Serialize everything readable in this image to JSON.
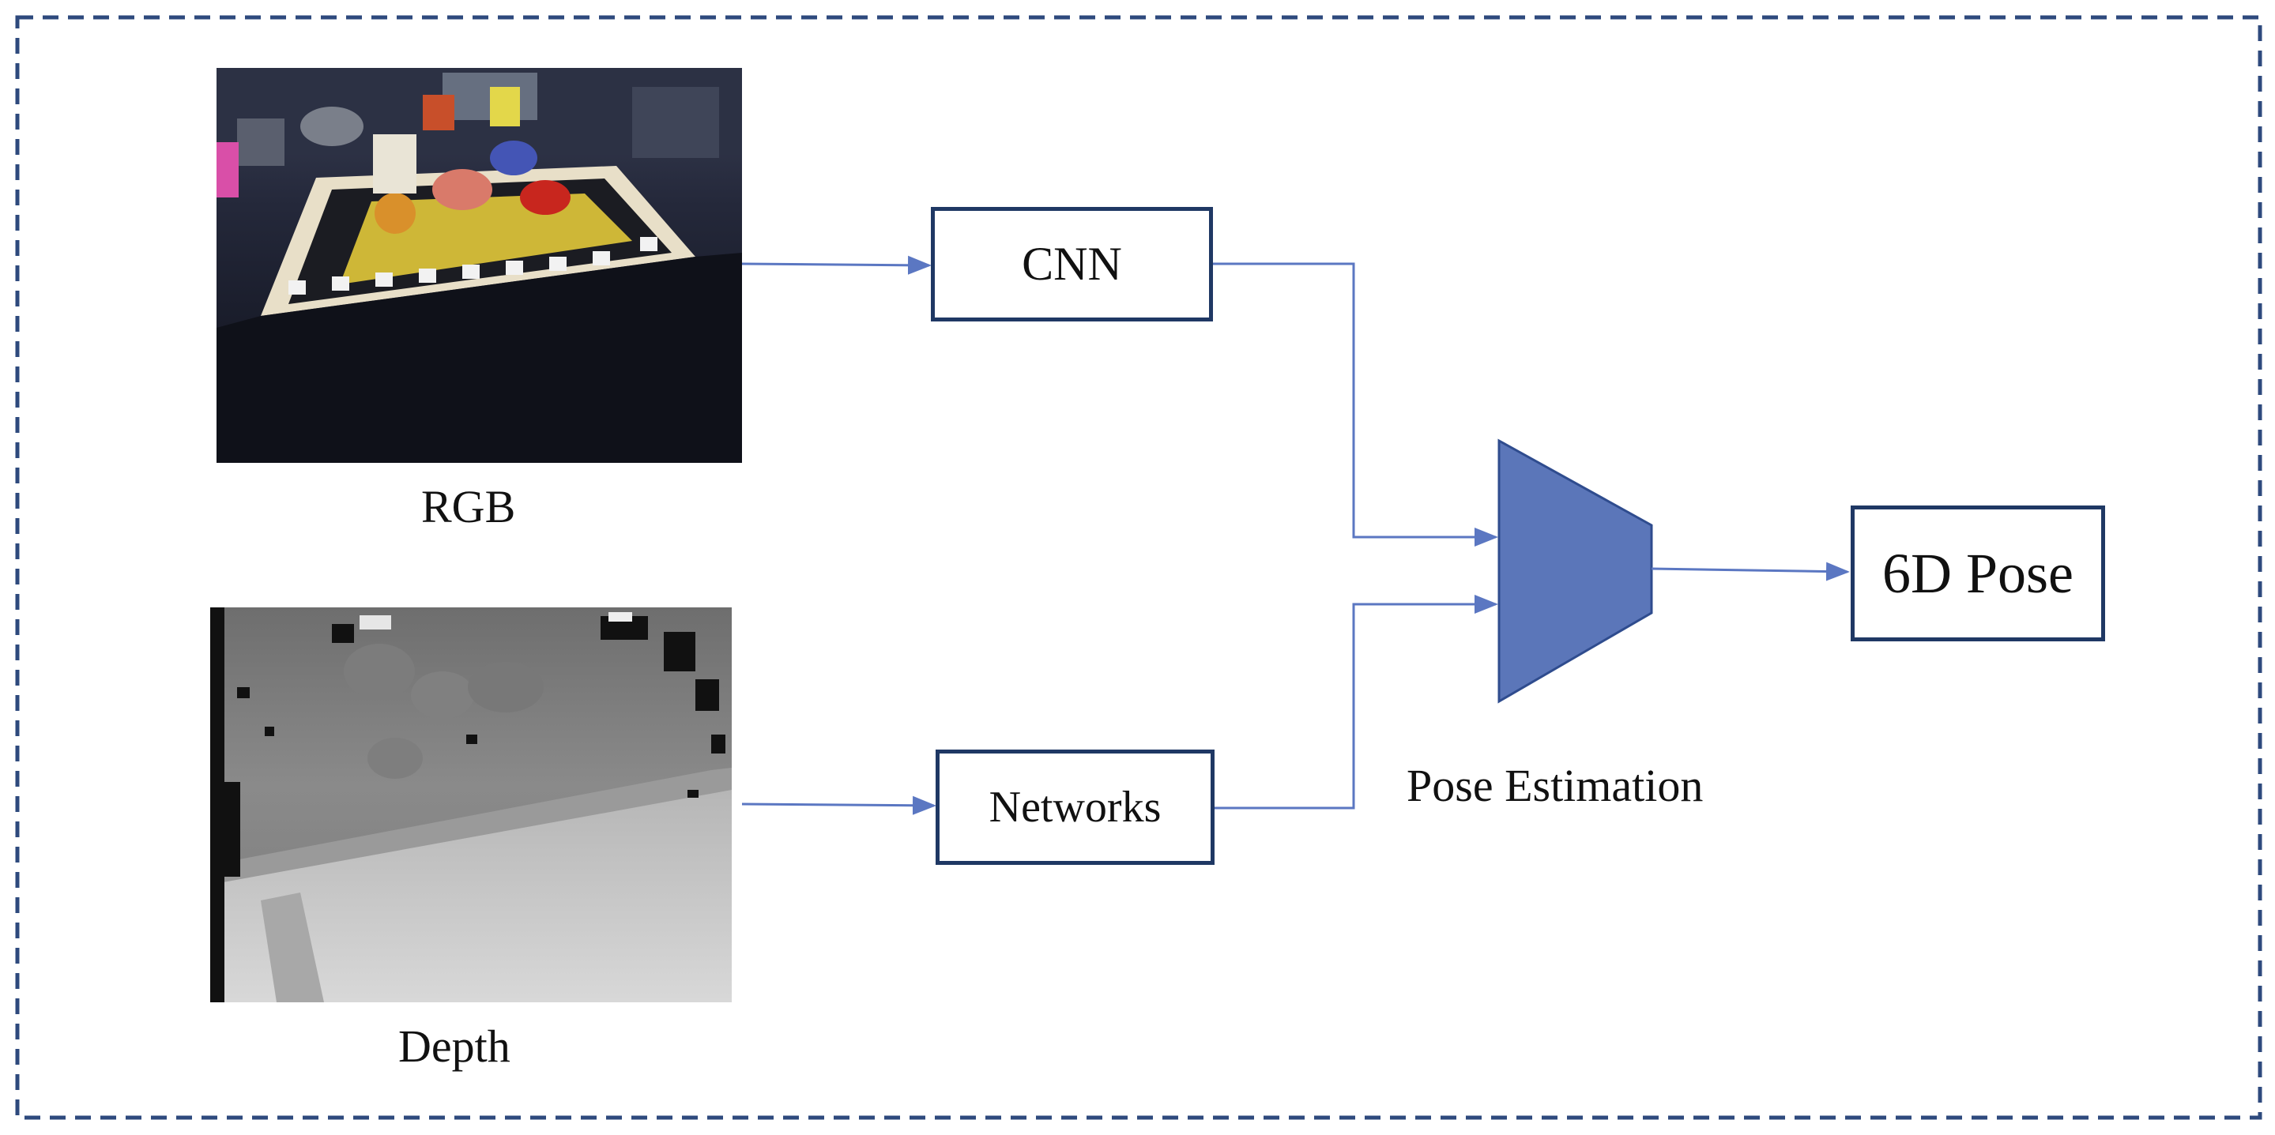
{
  "inputs": {
    "rgb": {
      "label": "RGB",
      "image_desc_icon": "rgb-photo-icon"
    },
    "depth": {
      "label": "Depth",
      "image_desc_icon": "depth-map-icon"
    }
  },
  "blocks": {
    "cnn": {
      "label": "CNN"
    },
    "networks": {
      "label": "Networks"
    },
    "pose_estimation": {
      "label": "Pose Estimation"
    },
    "output": {
      "label": "6D Pose"
    }
  },
  "colors": {
    "frame_dash": "#2e4a7d",
    "box_border": "#1f3864",
    "arrow": "#5b77c2",
    "trapezoid": "#5b76b9"
  }
}
